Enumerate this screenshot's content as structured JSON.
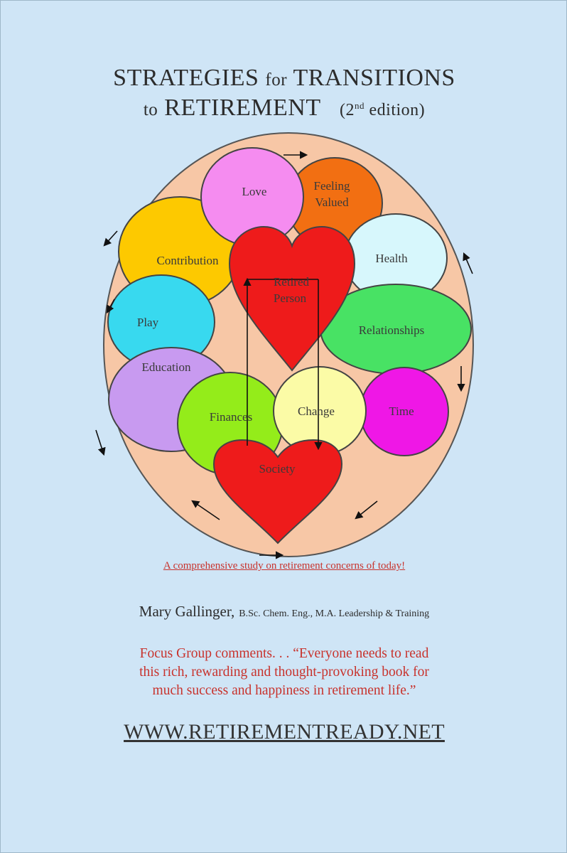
{
  "title": {
    "line1_strategies": "STRATEGIES",
    "line1_for": "for",
    "line1_transitions": "TRANSITIONS",
    "line2_to": "to",
    "line2_retirement": "RETIREMENT",
    "edition_open": "(2",
    "edition_sup": "nd",
    "edition_close": " edition)"
  },
  "diagram": {
    "bubbles": {
      "love": "Love",
      "feeling_valued_1": "Feeling",
      "feeling_valued_2": "Valued",
      "contribution": "Contribution",
      "health": "Health",
      "play": "Play",
      "relationships": "Relationships",
      "education": "Education",
      "finances": "Finances",
      "change": "Change",
      "time": "Time"
    },
    "hearts": {
      "retired_person_1": "Retired",
      "retired_person_2": "Person",
      "society": "Society"
    },
    "colors": {
      "outer_circle": "#f7c7a6",
      "love": "#f58cf0",
      "feeling_valued": "#f26f12",
      "contribution": "#fdc900",
      "health": "#d7f7fc",
      "play": "#38d9ef",
      "relationships": "#48e264",
      "education": "#c89af0",
      "finances": "#94ec1a",
      "change": "#fbfba6",
      "time": "#ef17e6",
      "heart": "#ee1b1b"
    }
  },
  "tagline": "A comprehensive study on retirement concerns of today!",
  "author": {
    "name": "Mary Gallinger,",
    "credentials": "B.Sc. Chem. Eng., M.A. Leadership & Training"
  },
  "quote": {
    "line1": "Focus Group comments. . . “Everyone needs to read",
    "line2": "this rich, rewarding and thought-provoking book for",
    "line3": "much success and happiness in retirement life.”"
  },
  "website": "WWW.RETIREMENTREADY.NET"
}
